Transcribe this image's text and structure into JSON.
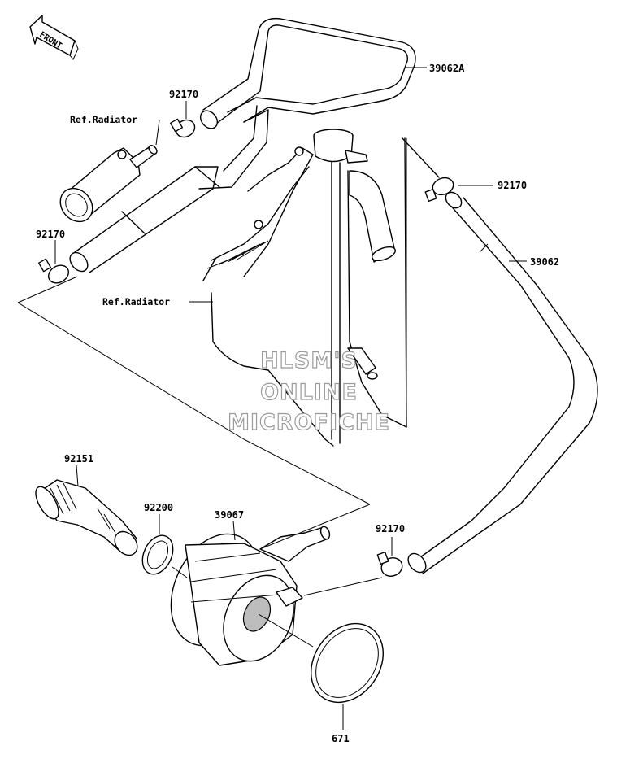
{
  "orientation": {
    "front_label": "FRONT"
  },
  "parts": {
    "hose_39062A": "39062A",
    "clamp_top": "92170",
    "clamp_right": "92170",
    "hose_39062": "39062",
    "clamp_left": "92170",
    "fitting_92151": "92151",
    "gasket_92200": "92200",
    "cooler_39067": "39067",
    "clamp_bottom": "92170",
    "oring_671": "671"
  },
  "references": {
    "radiator_top": "Ref.Radiator",
    "radiator_mid": "Ref.Radiator"
  },
  "watermark": {
    "line1": "HLSM'S",
    "line2": "ONLINE",
    "line3": "MICROFICHE"
  }
}
